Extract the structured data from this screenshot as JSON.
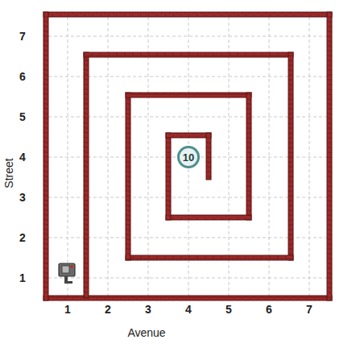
{
  "diagram": {
    "nodes": [
      {
        "text": [
          "10"
        ]
      }
    ],
    "labels": [
      "7",
      "6",
      "5",
      "4",
      "3",
      "2",
      "1",
      "Street",
      "1",
      "2",
      "3",
      "4",
      "5",
      "6",
      "7",
      "Avenue"
    ]
  }
}
